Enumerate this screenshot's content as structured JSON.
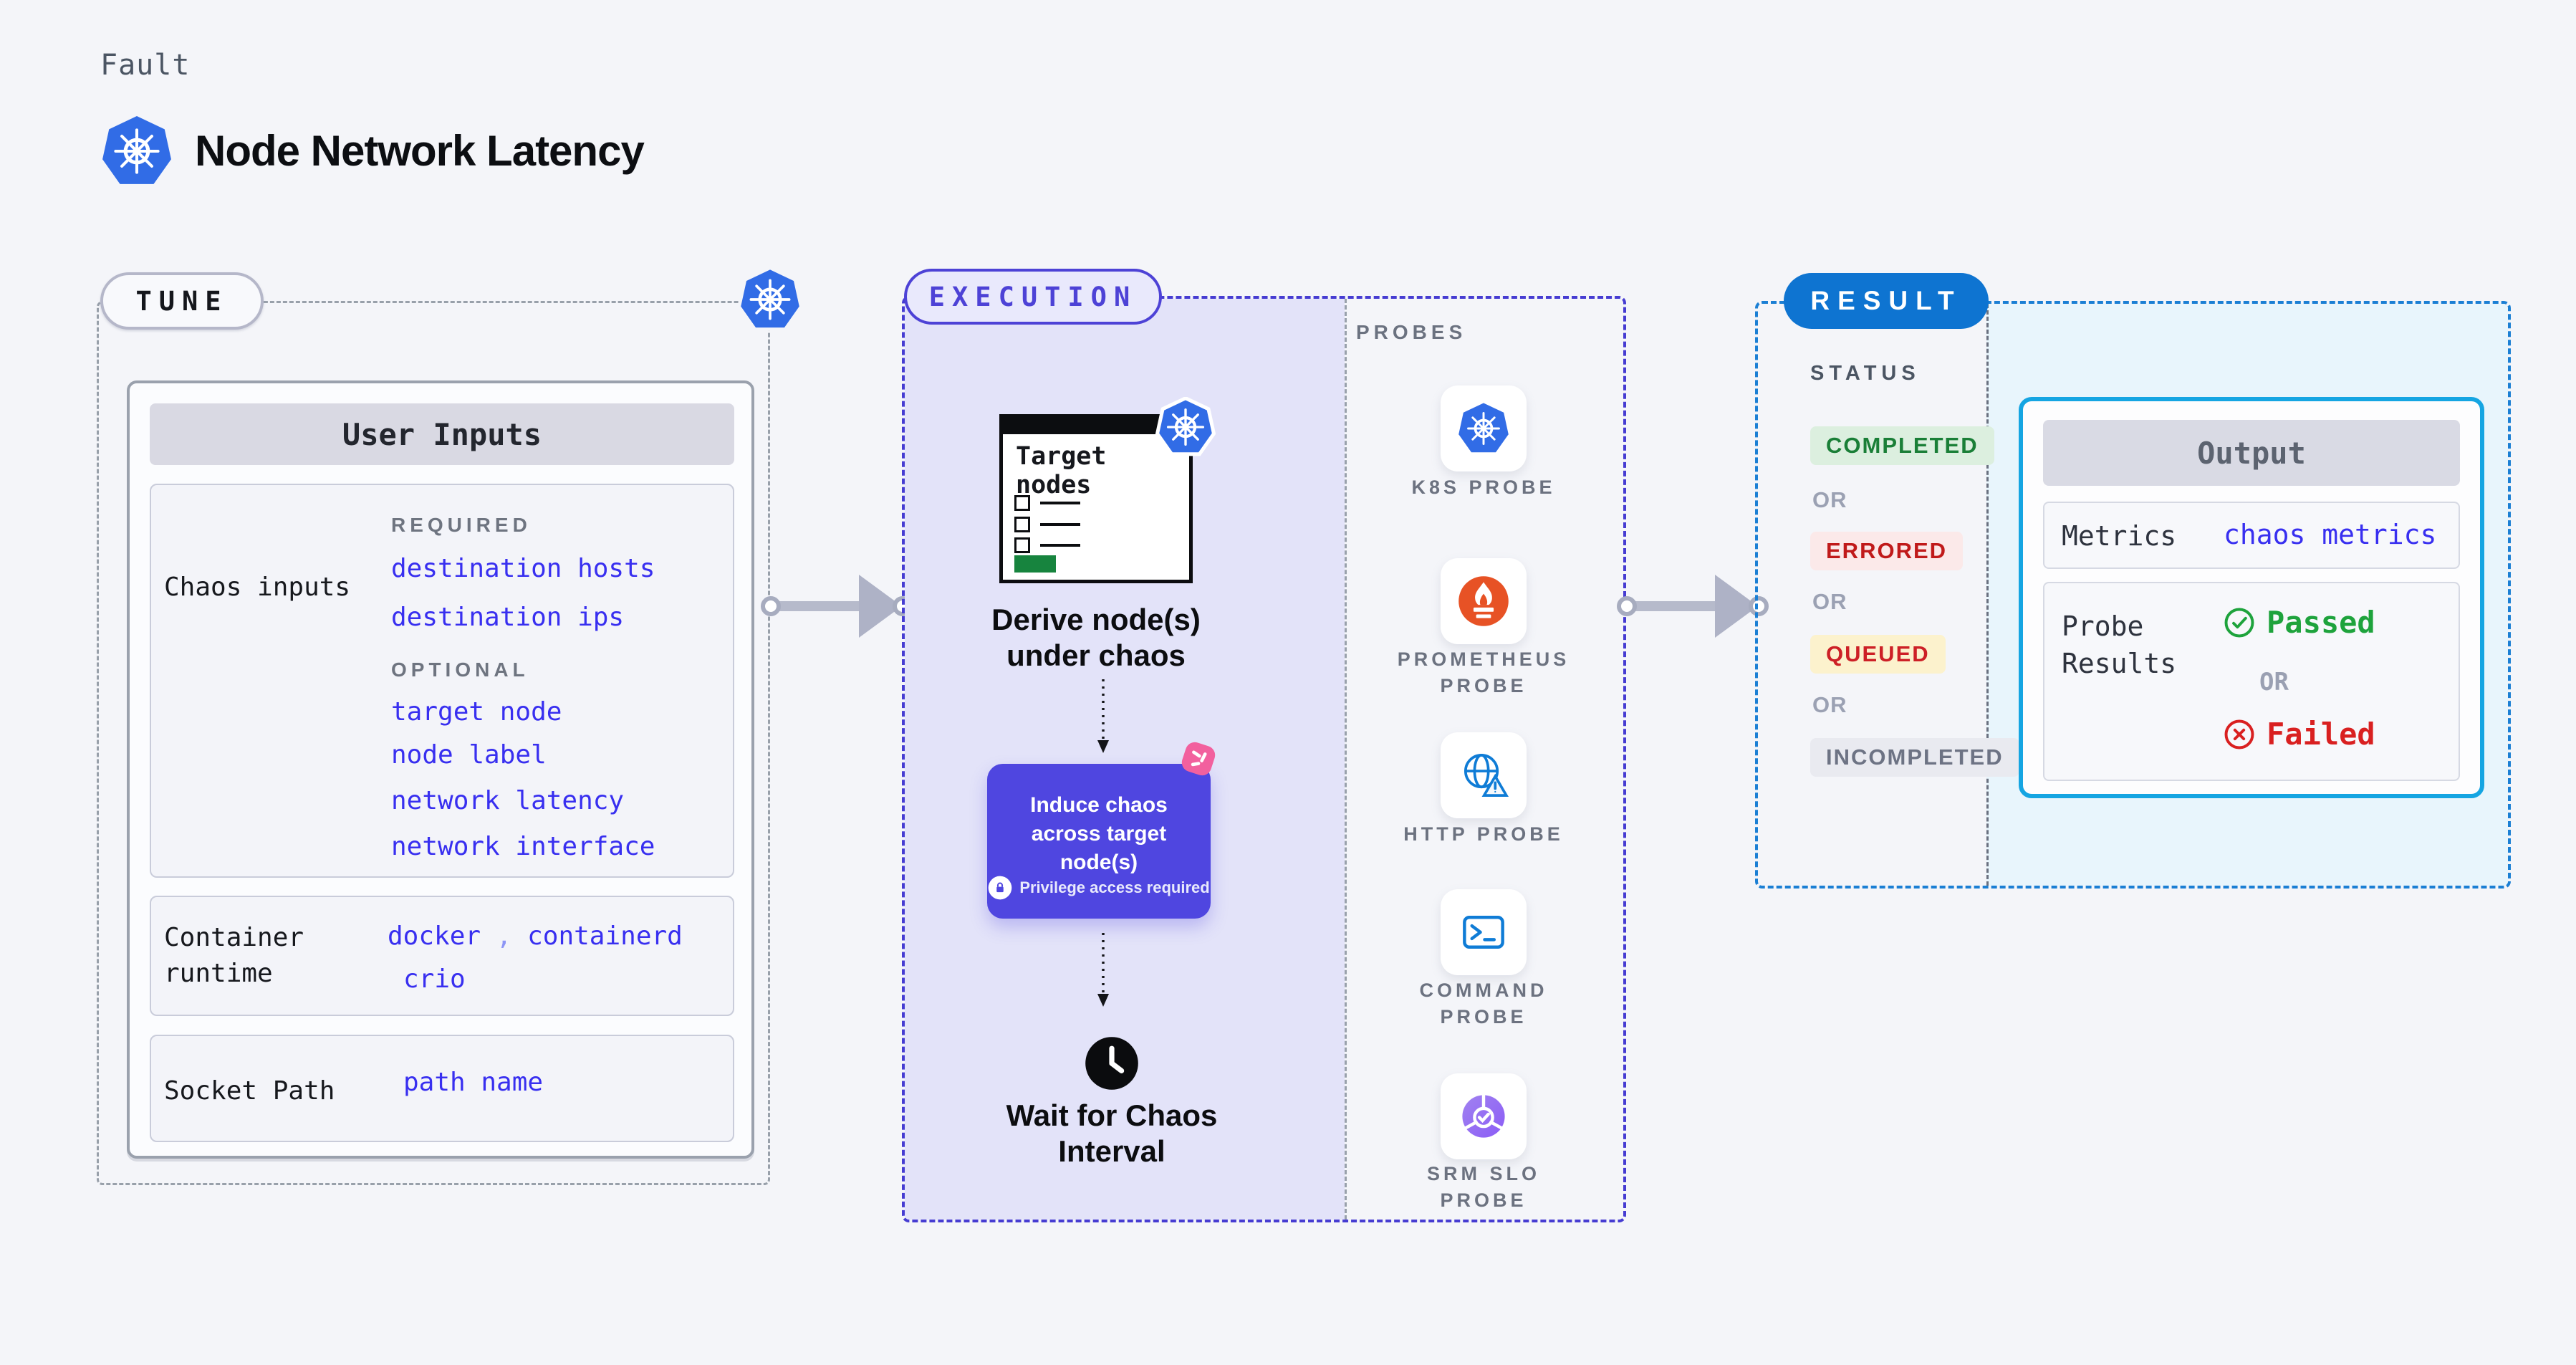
{
  "header": {
    "eyebrow": "Fault",
    "title": "Node Network Latency"
  },
  "tune": {
    "badge": "TUNE",
    "user_inputs": {
      "title": "User Inputs",
      "chaos": {
        "label": "Chaos inputs",
        "required_label": "REQUIRED",
        "required": [
          "destination hosts",
          "destination ips"
        ],
        "optional_label": "OPTIONAL",
        "optional": [
          "target node",
          "node label",
          "network latency",
          "network interface"
        ]
      },
      "runtime": {
        "label": "Container runtime",
        "value1": "docker",
        "separator": ",",
        "value2": "containerd",
        "value3": "crio"
      },
      "socket": {
        "label": "Socket Path",
        "value": "path name"
      }
    }
  },
  "execution": {
    "badge": "EXECUTION",
    "target_box": {
      "title": "Target nodes"
    },
    "derive_label": "Derive node(s) under chaos",
    "induce_label": "Induce chaos across target node(s)",
    "privilege_label": "Privilege access required",
    "wait_label": "Wait for Chaos Interval"
  },
  "probes": {
    "title": "PROBES",
    "items": [
      {
        "icon": "kubernetes-icon",
        "line1": "K8S PROBE",
        "line2": ""
      },
      {
        "icon": "prometheus-icon",
        "line1": "PROMETHEUS",
        "line2": "PROBE"
      },
      {
        "icon": "http-globe-icon",
        "line1": "HTTP PROBE",
        "line2": ""
      },
      {
        "icon": "command-terminal-icon",
        "line1": "COMMAND",
        "line2": "PROBE"
      },
      {
        "icon": "srm-slo-icon",
        "line1": "SRM SLO",
        "line2": "PROBE"
      }
    ]
  },
  "result": {
    "badge": "RESULT",
    "status": {
      "label": "STATUS",
      "or": "OR",
      "completed": "COMPLETED",
      "errored": "ERRORED",
      "queued": "QUEUED",
      "incompleted": "INCOMPLETED"
    },
    "output": {
      "title": "Output",
      "metrics_label": "Metrics",
      "metrics_value": "chaos metrics",
      "probe_results_label": "Probe Results",
      "passed": "Passed",
      "or": "OR",
      "failed": "Failed"
    }
  },
  "colors": {
    "page_bg": "#F4F5F9",
    "lavender_bg": "#E3E3F9",
    "indigo": "#4D42D6",
    "purple_box": "#4F46E0",
    "result_blue": "#0E74D1",
    "cyan_border": "#15A5E2",
    "light_blue_bg": "#E8F5FC",
    "link_blue": "#382FF0",
    "green": "#1EA33C",
    "red": "#D92020",
    "queued_text": "#CD2026",
    "pink": "#F2609E",
    "kubernetes_blue": "#316CE6",
    "prometheus_orange": "#E75225"
  }
}
